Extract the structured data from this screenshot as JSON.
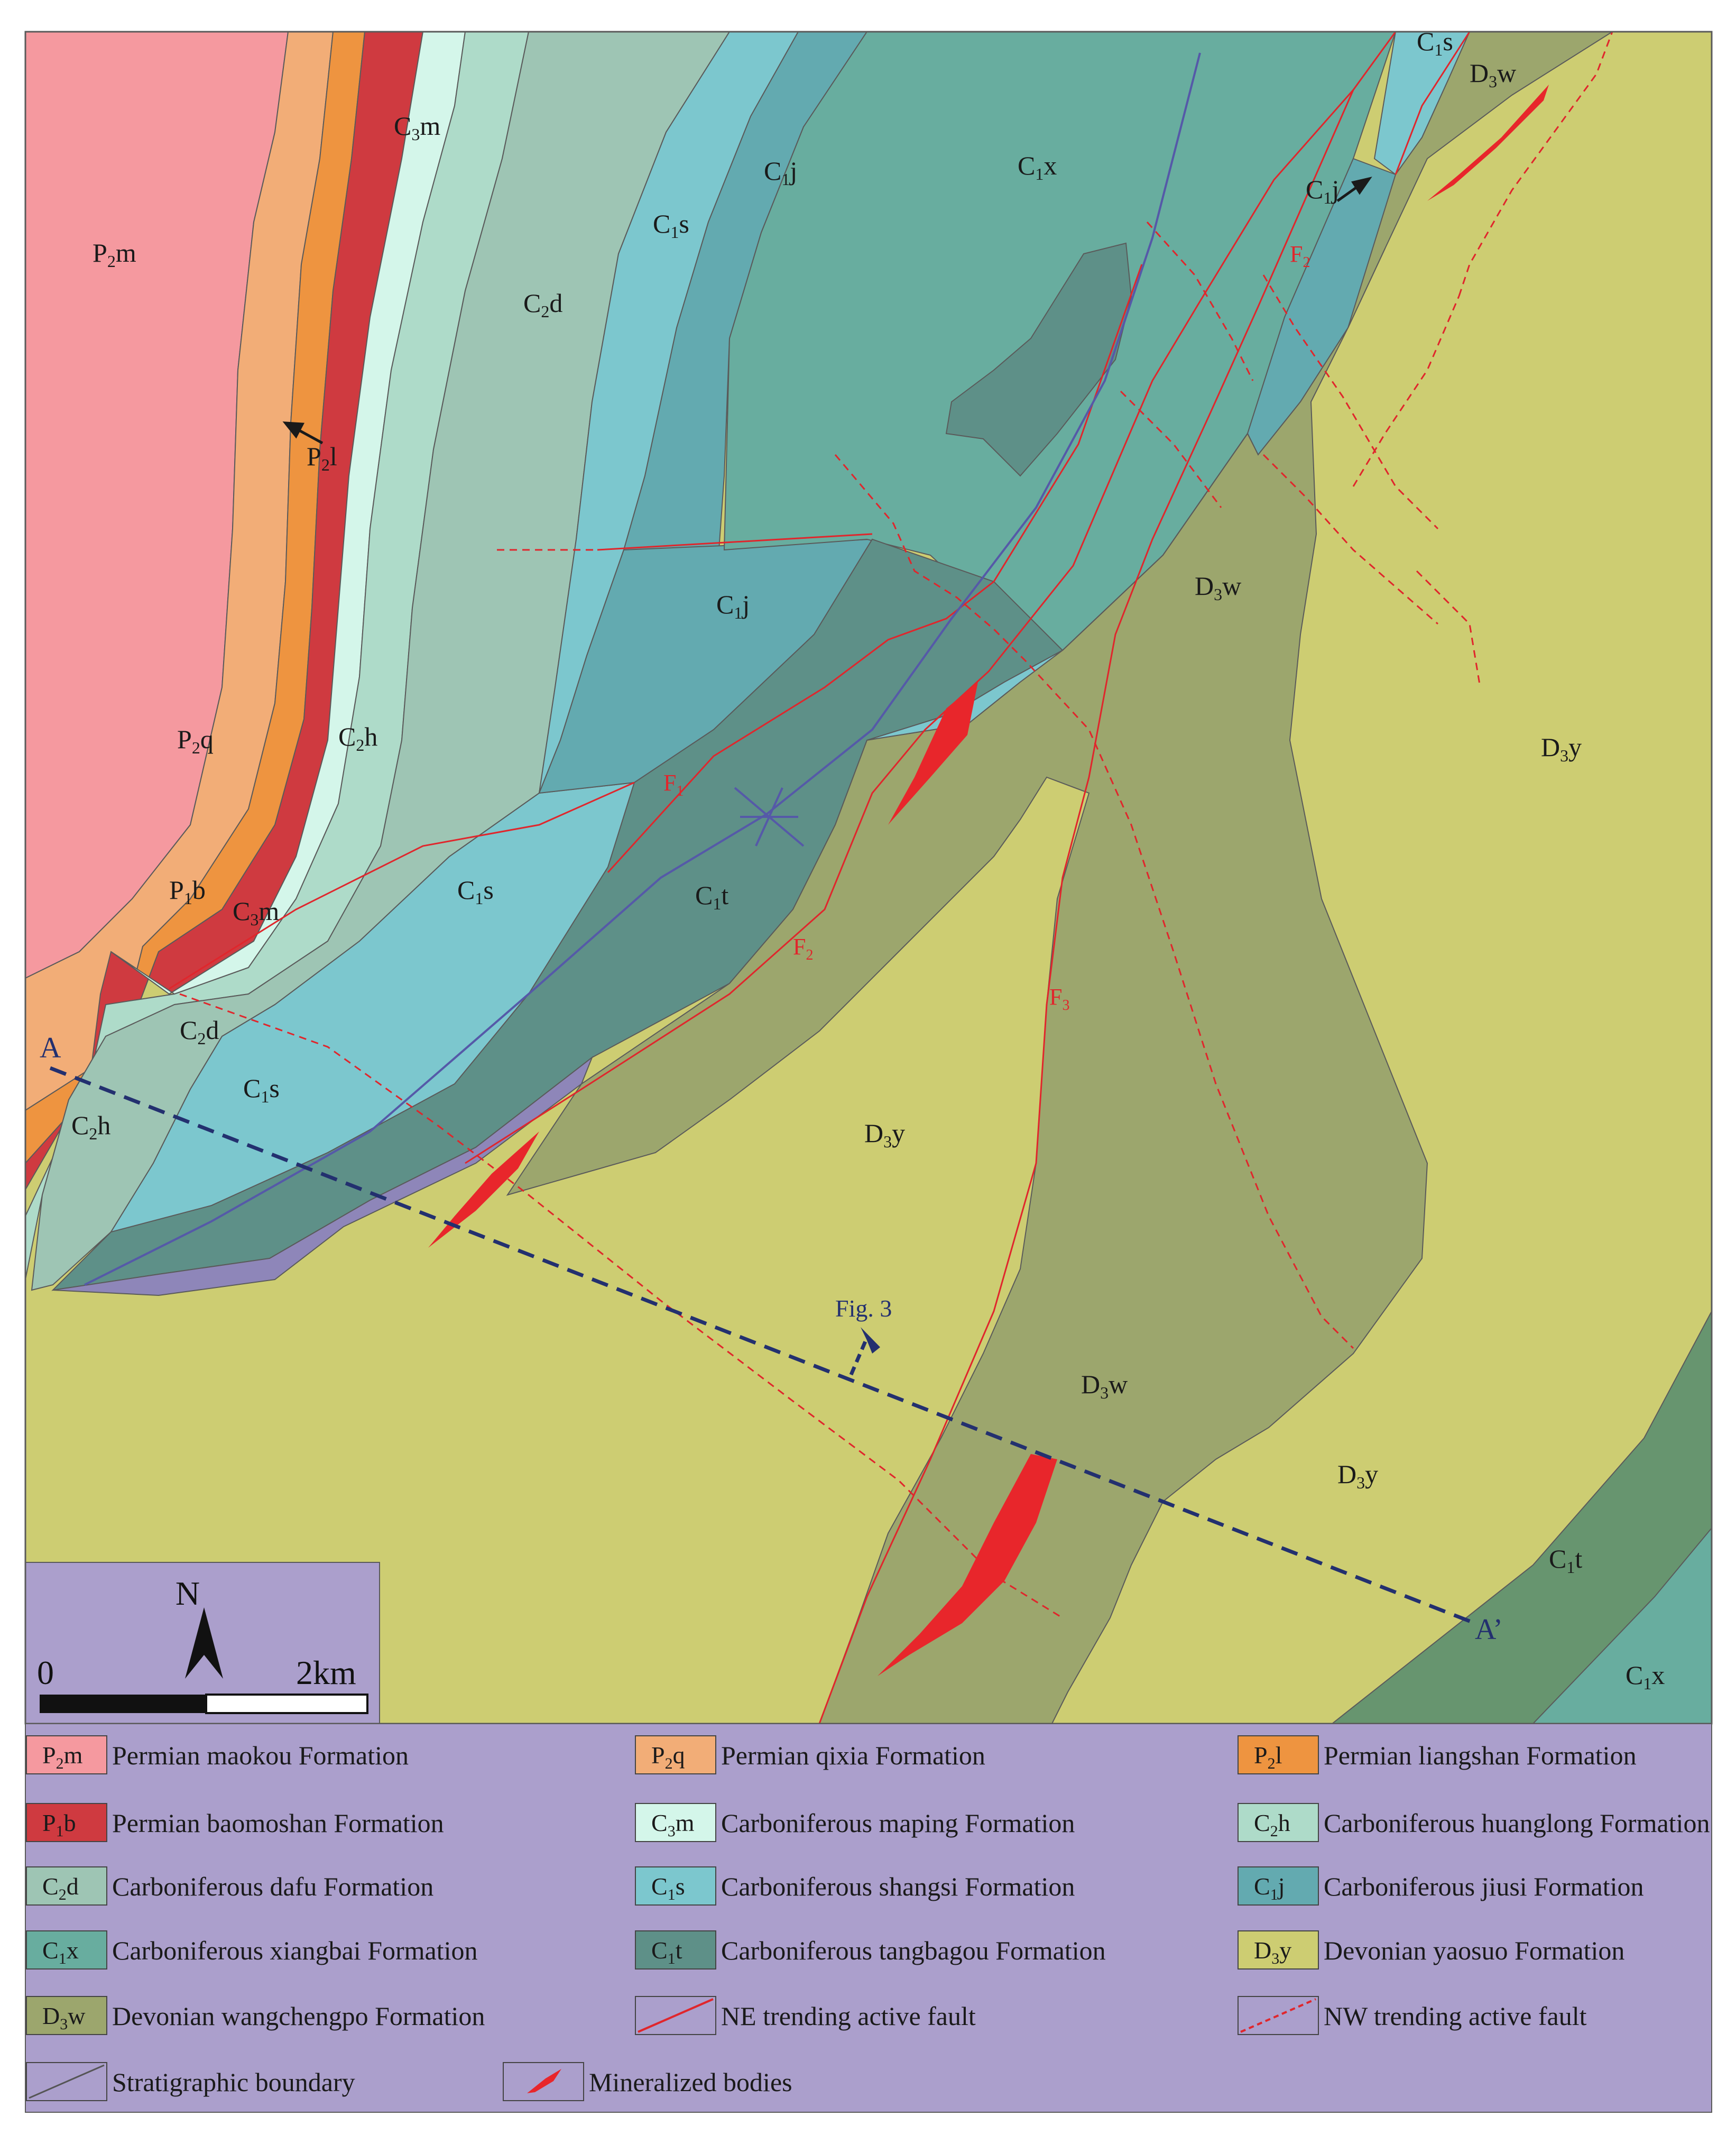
{
  "map": {
    "unit_labels": [
      {
        "base": "P",
        "sub": "2",
        "suffix": "m"
      },
      {
        "base": "C",
        "sub": "3",
        "suffix": "m"
      },
      {
        "base": "P",
        "sub": "2",
        "suffix": "l"
      },
      {
        "base": "C",
        "sub": "2",
        "suffix": "d"
      },
      {
        "base": "C",
        "sub": "1",
        "suffix": "s"
      },
      {
        "base": "C",
        "sub": "1",
        "suffix": "j"
      },
      {
        "base": "C",
        "sub": "1",
        "suffix": "x"
      },
      {
        "base": "C",
        "sub": "1",
        "suffix": "s"
      },
      {
        "base": "D",
        "sub": "3",
        "suffix": "w"
      },
      {
        "base": "C",
        "sub": "1",
        "suffix": "j"
      },
      {
        "base": "P",
        "sub": "2",
        "suffix": "q"
      },
      {
        "base": "C",
        "sub": "2",
        "suffix": "h"
      },
      {
        "base": "C",
        "sub": "1",
        "suffix": "j"
      },
      {
        "base": "D",
        "sub": "3",
        "suffix": "w"
      },
      {
        "base": "D",
        "sub": "3",
        "suffix": "y"
      },
      {
        "base": "P",
        "sub": "1",
        "suffix": "b"
      },
      {
        "base": "C",
        "sub": "3",
        "suffix": "m"
      },
      {
        "base": "C",
        "sub": "1",
        "suffix": "s"
      },
      {
        "base": "C",
        "sub": "1",
        "suffix": "t"
      },
      {
        "base": "C",
        "sub": "2",
        "suffix": "d"
      },
      {
        "base": "C",
        "sub": "1",
        "suffix": "s"
      },
      {
        "base": "C",
        "sub": "2",
        "suffix": "h"
      },
      {
        "base": "D",
        "sub": "3",
        "suffix": "y"
      },
      {
        "base": "D",
        "sub": "3",
        "suffix": "w"
      },
      {
        "base": "D",
        "sub": "3",
        "suffix": "y"
      },
      {
        "base": "C",
        "sub": "1",
        "suffix": "t"
      },
      {
        "base": "C",
        "sub": "1",
        "suffix": "x"
      }
    ],
    "fault_labels": [
      {
        "base": "F",
        "sub": "1"
      },
      {
        "base": "F",
        "sub": "2"
      },
      {
        "base": "F",
        "sub": "2"
      },
      {
        "base": "F",
        "sub": "3"
      }
    ],
    "section": {
      "start": "A",
      "end": "A’",
      "figure_ref": "Fig. 3"
    },
    "scale_bar": {
      "north": "N",
      "zero": "0",
      "distance": "2km"
    }
  },
  "legend": {
    "rows": [
      [
        {
          "base": "P",
          "sub": "2",
          "suffix": "m",
          "color": "#f5999f",
          "name": "Permian maokou Formation"
        },
        {
          "base": "P",
          "sub": "2",
          "suffix": "q",
          "color": "#f2ad77",
          "name": "Permian qixia Formation"
        },
        {
          "base": "P",
          "sub": "2",
          "suffix": "l",
          "color": "#ee9440",
          "name": "Permian liangshan Formation"
        }
      ],
      [
        {
          "base": "P",
          "sub": "1",
          "suffix": "b",
          "color": "#cf3a40",
          "name": "Permian baomoshan Formation"
        },
        {
          "base": "C",
          "sub": "3",
          "suffix": "m",
          "color": "#d4f6ea",
          "name": "Carboniferous maping Formation"
        },
        {
          "base": "C",
          "sub": "2",
          "suffix": "h",
          "color": "#aedbc9",
          "name": "Carboniferous huanglong Formation"
        }
      ],
      [
        {
          "base": "C",
          "sub": "2",
          "suffix": "d",
          "color": "#9ec5b4",
          "name": "Carboniferous dafu Formation"
        },
        {
          "base": "C",
          "sub": "1",
          "suffix": "s",
          "color": "#7cc7ce",
          "name": "Carboniferous shangsi Formation"
        },
        {
          "base": "C",
          "sub": "1",
          "suffix": "j",
          "color": "#63aab0",
          "name": "Carboniferous jiusi Formation"
        }
      ],
      [
        {
          "base": "C",
          "sub": "1",
          "suffix": "x",
          "color": "#68ad9f",
          "name": "Carboniferous xiangbai Formation"
        },
        {
          "base": "C",
          "sub": "1",
          "suffix": "t",
          "color": "#5e9088",
          "name": "Carboniferous tangbagou Formation"
        },
        {
          "base": "D",
          "sub": "3",
          "suffix": "y",
          "color": "#cdcd72",
          "name": "Devonian yaosuo Formation"
        }
      ],
      [
        {
          "base": "D",
          "sub": "3",
          "suffix": "w",
          "color": "#9ca66d",
          "name": "Devonian wangchengpo Formation"
        },
        {
          "symbol": "ne-fault",
          "name": "NE trending active fault"
        },
        {
          "symbol": "nw-fault",
          "name": "NW trending active fault"
        }
      ],
      [
        {
          "symbol": "boundary",
          "name": "Stratigraphic boundary"
        },
        {
          "symbol": "ore",
          "name": "Mineralized bodies"
        }
      ]
    ]
  },
  "colors": {
    "legend_background": "#ab9fcc",
    "fault": "#e0262c",
    "section_line": "#23306f",
    "fold_axis": "#5559a8",
    "ore_body": "#e8262b"
  }
}
